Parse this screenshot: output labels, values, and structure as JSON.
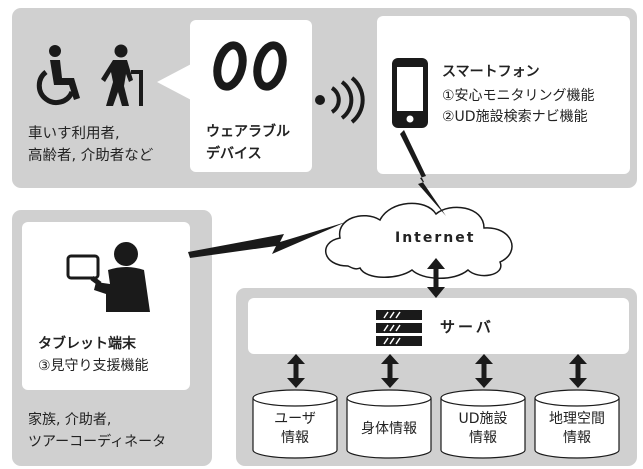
{
  "users": {
    "line1": "車いす利用者,",
    "line2": "高齢者, 介助者など"
  },
  "wearable": {
    "line1": "ウェアラブル",
    "line2": "デバイス"
  },
  "smartphone": {
    "title": "スマートフォン",
    "feature1": "①安心モニタリング機能",
    "feature2": "②UD施設検索ナビ機能"
  },
  "internet": {
    "label": "Internet"
  },
  "tablet": {
    "title": "タブレット端末",
    "feature": "③見守り支援機能"
  },
  "caregivers": {
    "line1": "家族, 介助者,",
    "line2": "ツアーコーディネータ"
  },
  "server": {
    "label": "サーバ"
  },
  "databases": [
    {
      "line1": "ユーザ",
      "line2": "情報"
    },
    {
      "line1": "身体情報",
      "line2": ""
    },
    {
      "line1": "UD施設",
      "line2": "情報"
    },
    {
      "line1": "地理空間",
      "line2": "情報"
    }
  ],
  "colors": {
    "panel": "#d0d0d0",
    "card": "#ffffff",
    "ink": "#1a1a1a"
  },
  "icons": [
    "wheelchair-user-icon",
    "elderly-person-icon",
    "wearable-rings-icon",
    "wireless-signal-icon",
    "smartphone-icon",
    "lightning-link-icon",
    "cloud-icon",
    "tablet-user-icon",
    "server-icon",
    "double-arrow-icon",
    "database-cylinder-icon"
  ]
}
